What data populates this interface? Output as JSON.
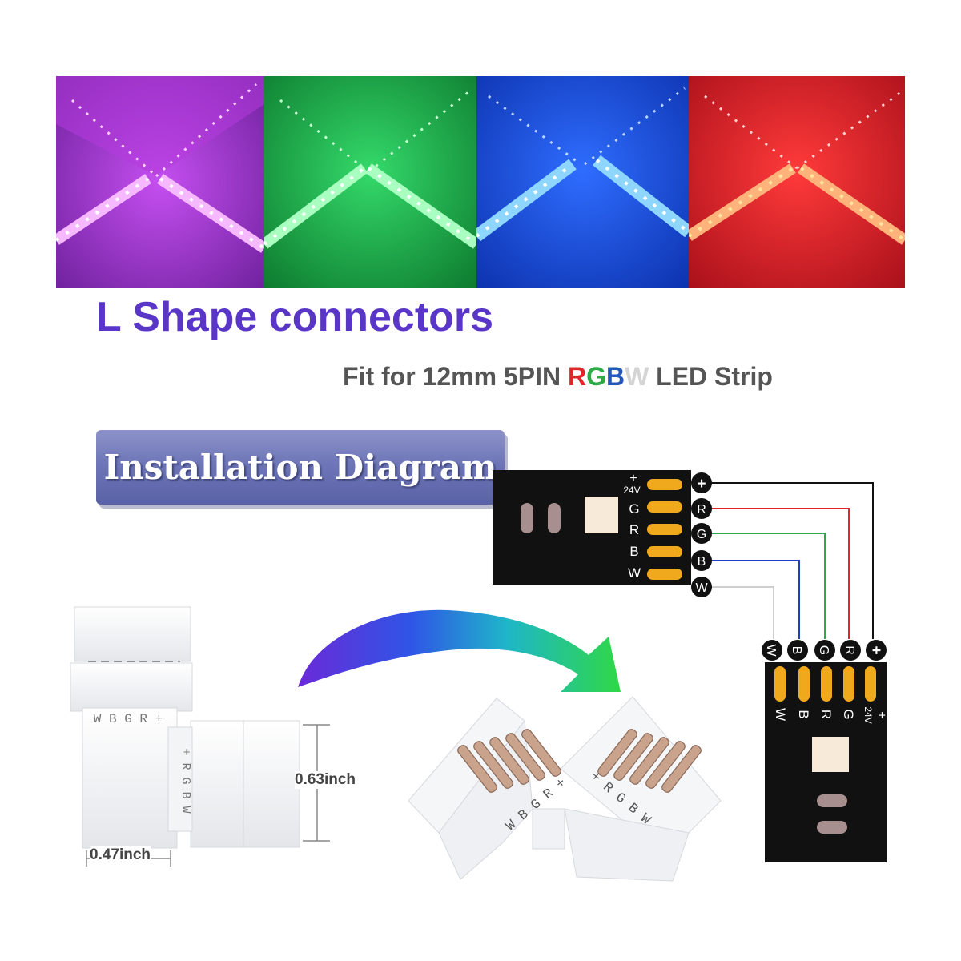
{
  "colors": {
    "title_purple": "#5a36c8",
    "red": "#e0262a",
    "green": "#2faa46",
    "blue": "#2357b8",
    "white_channel": "#d4d4d4",
    "pcb_black": "#111111",
    "pad_gold": "#f0a91c"
  },
  "photos": [
    {
      "name": "purple",
      "color": "#c54ff0"
    },
    {
      "name": "green",
      "color": "#27c55a"
    },
    {
      "name": "blue",
      "color": "#1f5cf5"
    },
    {
      "name": "red",
      "color": "#ea2632"
    }
  ],
  "title": "L Shape connectors",
  "subtitle": {
    "prefix": "Fit for 12mm 5PIN ",
    "r": "R",
    "g": "G",
    "b": "B",
    "w": "W",
    "suffix": " LED Strip"
  },
  "install_badge": "Installation Diagram",
  "pcb": {
    "voltage": "24V",
    "plus": "+",
    "pins": [
      "G",
      "R",
      "B",
      "W"
    ],
    "terminals": [
      "+",
      "R",
      "G",
      "B",
      "W"
    ]
  },
  "connector_pin_text": {
    "horizontal": "W B G R +",
    "vertical": "+ R G B W",
    "l_left": "W B G R +",
    "l_right": "+ R G B W"
  },
  "dimensions": {
    "height": "0.63inch",
    "width": "0.47inch"
  }
}
